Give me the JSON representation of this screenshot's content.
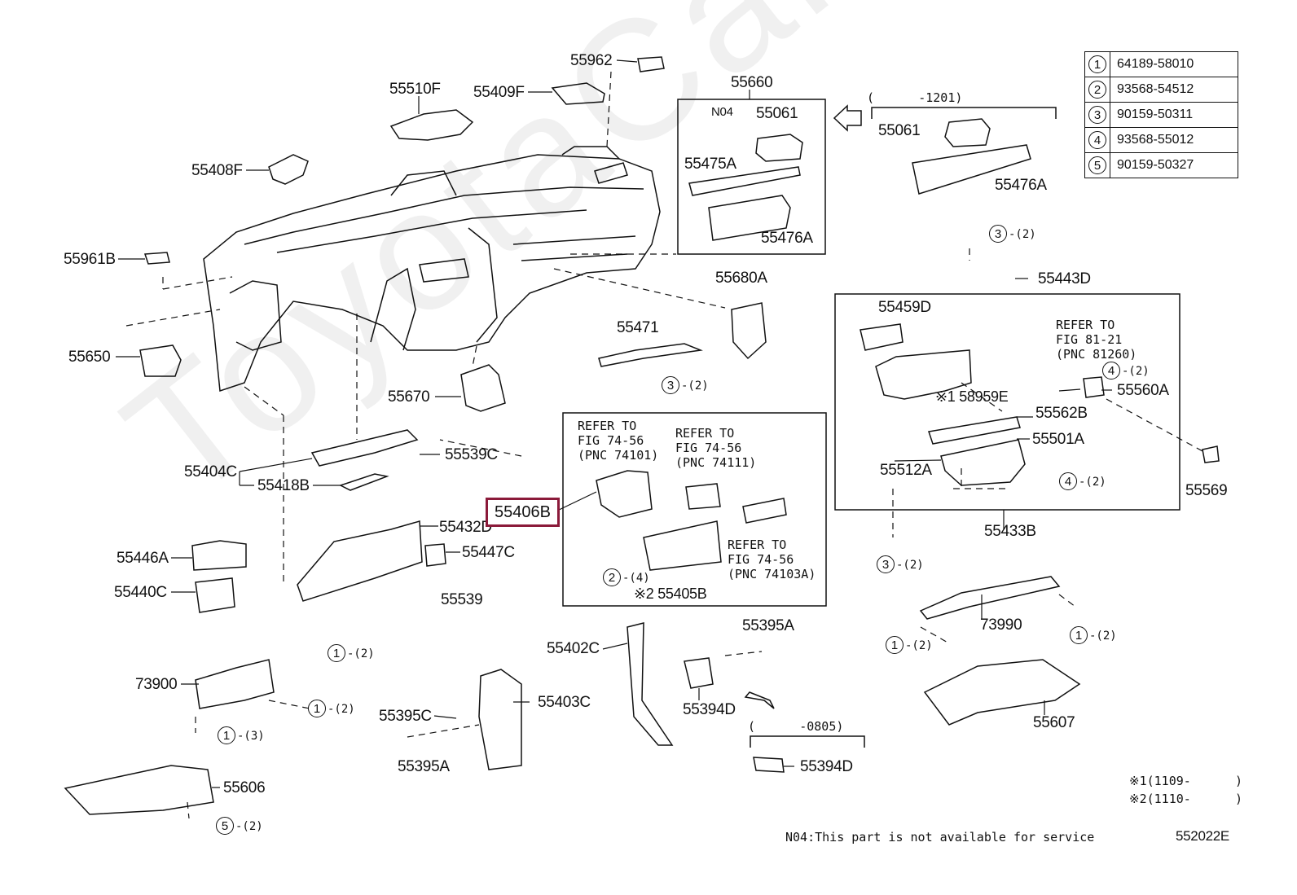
{
  "watermark": "ToyotaCarMine.ru",
  "diagram_code": "552022E",
  "footer_note": "N04:This part is not available for service",
  "date_notes": [
    "※1(1109-      )",
    "※2(1110-      )"
  ],
  "ref_table": [
    {
      "num": "1",
      "pn": "64189-58010"
    },
    {
      "num": "2",
      "pn": "93568-54512"
    },
    {
      "num": "3",
      "pn": "90159-50311"
    },
    {
      "num": "4",
      "pn": "93568-55012"
    },
    {
      "num": "5",
      "pn": "90159-50327"
    }
  ],
  "highlighted_part": "55406B",
  "labels": {
    "p55962": "55962",
    "p55510F": "55510F",
    "p55409F": "55409F",
    "p55660": "55660",
    "p55408F": "55408F",
    "pN04": "N04",
    "p55061a": "55061",
    "p55475A": "55475A",
    "p55476Aa": "55476A",
    "p55061b": "55061",
    "p55476Ab": "55476A",
    "range1201": "(      -1201)",
    "p55961B": "55961B",
    "p55680A": "55680A",
    "p55443D": "55443D",
    "p55471": "55471",
    "p55459D": "55459D",
    "p55650": "55650",
    "p55670": "55670",
    "p55560A": "55560A",
    "p58959E": "※1 58959E",
    "p55562B": "55562B",
    "p55501A": "55501A",
    "p55512A": "55512A",
    "p55569": "55569",
    "p55404C": "55404C",
    "p55539C": "55539C",
    "p55418B": "55418B",
    "p55432D": "55432D",
    "p55433B": "55433B",
    "p55446A": "55446A",
    "p55447C": "55447C",
    "p55440C": "55440C",
    "p55539": "55539",
    "p55405B": "※2 55405B",
    "p73990": "73990",
    "p55395Aa": "55395A",
    "p55402C": "55402C",
    "p73900": "73900",
    "p55403C": "55403C",
    "p55395C": "55395C",
    "p55394Da": "55394D",
    "p55395Ab": "55395A",
    "p55394Db": "55394D",
    "range0805": "(      -0805)",
    "p55607": "55607",
    "p55606": "55606"
  },
  "refer_notes": {
    "fig74101": "REFER TO\nFIG 74-56\n(PNC 74101)",
    "fig74111": "REFER TO\nFIG 74-56\n(PNC 74111)",
    "fig74103A": "REFER TO\nFIG 74-56\n(PNC 74103A)",
    "fig81260": "REFER TO\nFIG 81-21\n(PNC 81260)"
  },
  "callouts": {
    "c3_2a": {
      "n": "3",
      "q": "-(2)"
    },
    "c3_2b": {
      "n": "3",
      "q": "-(2)"
    },
    "c4_2a": {
      "n": "4",
      "q": "-(2)"
    },
    "c4_2b": {
      "n": "4",
      "q": "-(2)"
    },
    "c2_4": {
      "n": "2",
      "q": "-(4)"
    },
    "c3_2c": {
      "n": "3",
      "q": "-(2)"
    },
    "c1_2a": {
      "n": "1",
      "q": "-(2)"
    },
    "c1_2b": {
      "n": "1",
      "q": "-(2)"
    },
    "c1_2c": {
      "n": "1",
      "q": "-(2)"
    },
    "c1_2d": {
      "n": "1",
      "q": "-(2)"
    },
    "c1_3": {
      "n": "1",
      "q": "-(3)"
    },
    "c5_2": {
      "n": "5",
      "q": "-(2)"
    }
  }
}
